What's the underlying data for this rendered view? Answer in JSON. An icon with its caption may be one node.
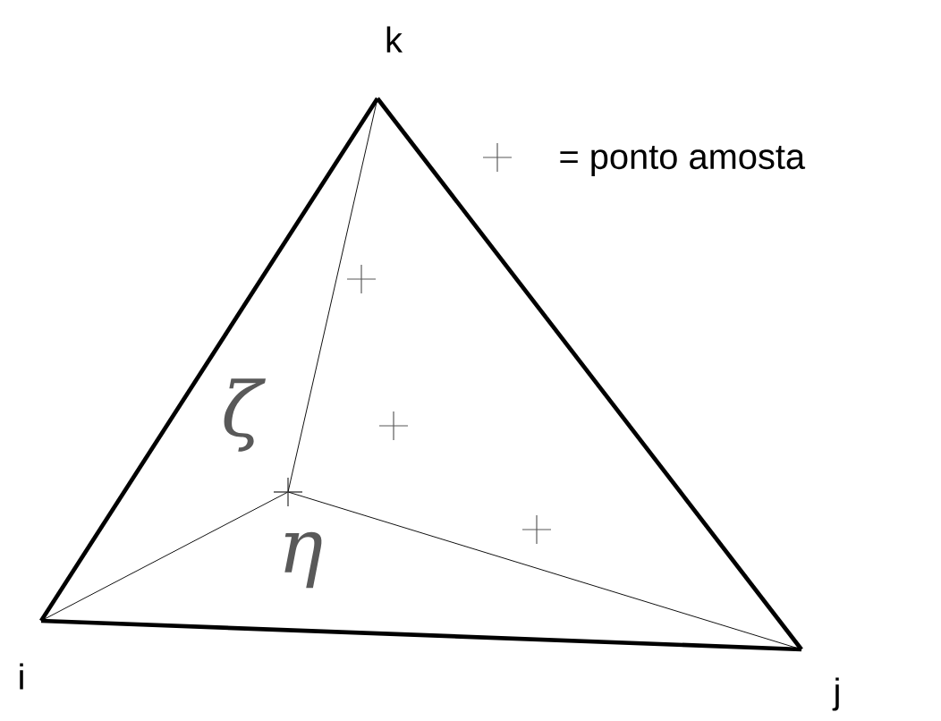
{
  "diagram": {
    "nodes": [
      {
        "text": [
          "k"
        ]
      },
      {
        "text": [
          "i"
        ]
      },
      {
        "text": [
          "j"
        ]
      },
      {
        "text": [],
        "shape": "cross"
      }
    ],
    "edges": [
      {
        "from": 1,
        "to": 2,
        "arrow": "none",
        "style": "thick"
      },
      {
        "from": 2,
        "to": 0,
        "arrow": "none",
        "style": "thick"
      },
      {
        "from": 0,
        "to": 1,
        "arrow": "none",
        "style": "thick"
      },
      {
        "from": 3,
        "to": 0,
        "arrow": "none"
      },
      {
        "from": 3,
        "to": 1,
        "arrow": "none"
      },
      {
        "from": 3,
        "to": 2,
        "arrow": "none"
      }
    ],
    "labels": [
      "ζ",
      "η"
    ],
    "legend": [
      {
        "text": "= ponto amosta"
      }
    ]
  }
}
